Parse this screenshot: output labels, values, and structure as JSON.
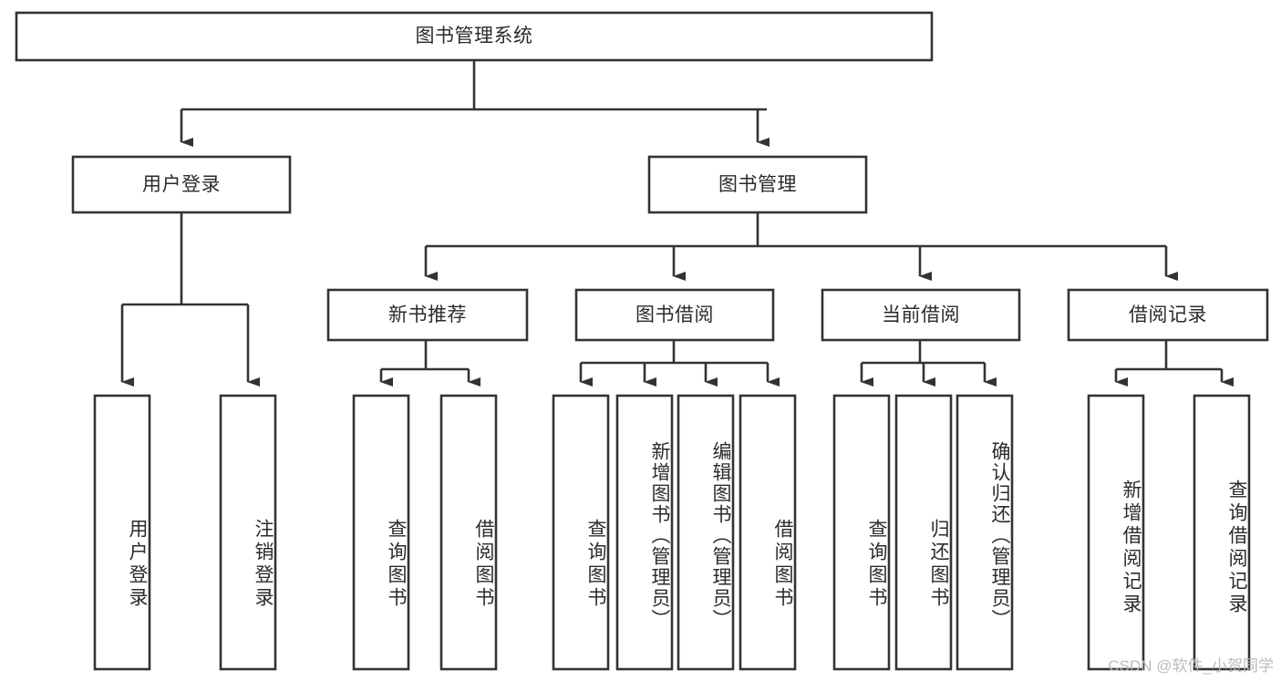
{
  "diagram": {
    "type": "tree",
    "title": "图书管理系统",
    "orientation": "top-down",
    "root": {
      "id": "root",
      "label": "图书管理系统"
    },
    "level1": [
      {
        "id": "user-login",
        "label": "用户登录"
      },
      {
        "id": "book-manage",
        "label": "图书管理"
      }
    ],
    "level2": [
      {
        "id": "new-book-recommend",
        "label": "新书推荐",
        "parent": "book-manage"
      },
      {
        "id": "book-borrow",
        "label": "图书借阅",
        "parent": "book-manage"
      },
      {
        "id": "current-borrow",
        "label": "当前借阅",
        "parent": "book-manage"
      },
      {
        "id": "borrow-record",
        "label": "借阅记录",
        "parent": "book-manage"
      }
    ],
    "leaves": [
      {
        "id": "leaf-user-login",
        "label": "用户登录",
        "parent": "user-login"
      },
      {
        "id": "leaf-logout",
        "label": "注销登录",
        "parent": "user-login"
      },
      {
        "id": "leaf-query-book-1",
        "label": "查询图书",
        "parent": "new-book-recommend"
      },
      {
        "id": "leaf-borrow-book-1",
        "label": "借阅图书",
        "parent": "new-book-recommend"
      },
      {
        "id": "leaf-query-book-2",
        "label": "查询图书",
        "parent": "book-borrow"
      },
      {
        "id": "leaf-add-book",
        "label": "新增图书（管理员）",
        "parent": "book-borrow"
      },
      {
        "id": "leaf-edit-book",
        "label": "编辑图书（管理员）",
        "parent": "book-borrow"
      },
      {
        "id": "leaf-borrow-book-2",
        "label": "借阅图书",
        "parent": "book-borrow"
      },
      {
        "id": "leaf-query-book-3",
        "label": "查询图书",
        "parent": "current-borrow"
      },
      {
        "id": "leaf-return-book",
        "label": "归还图书",
        "parent": "current-borrow"
      },
      {
        "id": "leaf-confirm-return",
        "label": "确认归还（管理员）",
        "parent": "current-borrow"
      },
      {
        "id": "leaf-add-record",
        "label": "新增借阅记录",
        "parent": "borrow-record"
      },
      {
        "id": "leaf-query-record",
        "label": "查询借阅记录",
        "parent": "borrow-record"
      }
    ],
    "colors": {
      "box_stroke": "#333333",
      "box_fill": "#ffffff",
      "text": "#2b2b2b",
      "watermark": "#b9b9b9",
      "background": "#ffffff"
    }
  },
  "watermark": {
    "text": "CSDN @软件_小贺同学"
  }
}
